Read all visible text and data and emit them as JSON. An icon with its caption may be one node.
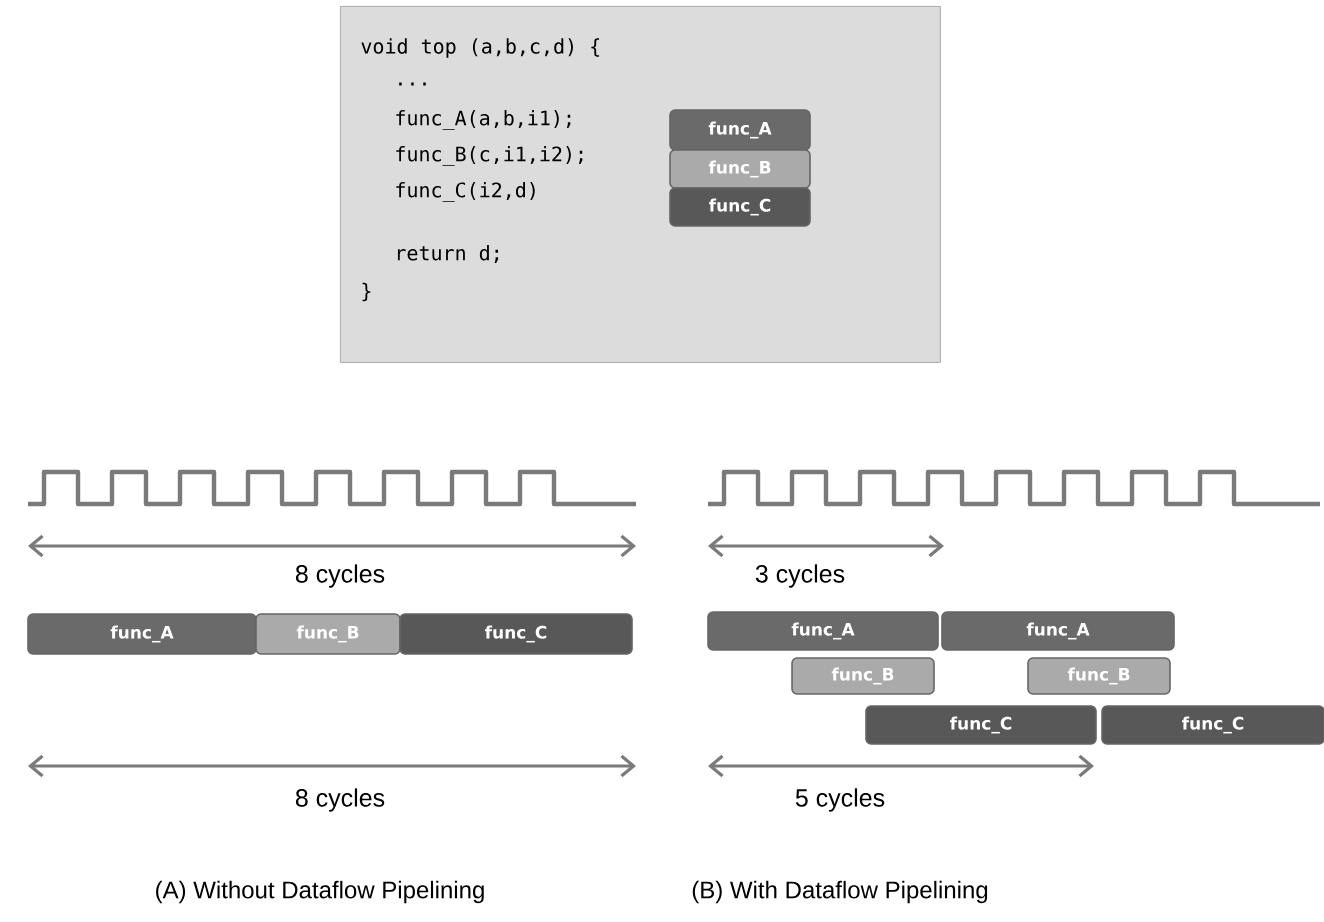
{
  "diagram": {
    "nodes": [
      {
        "text": [
          "void top (a,b,c,d) {",
          "...",
          "func_A(a,b,i1);",
          "func_B(c,i1,i2);",
          "func_C(i2,d)",
          "return d;",
          "}"
        ]
      },
      {
        "text": [
          "func_A"
        ],
        "in": 0
      },
      {
        "text": [
          "func_B"
        ],
        "in": 0
      },
      {
        "text": [
          "func_C"
        ],
        "in": 0
      },
      {
        "text": [
          "func_A"
        ]
      },
      {
        "text": [
          "func_B"
        ]
      },
      {
        "text": [
          "func_C"
        ]
      },
      {
        "text": [
          "func_A"
        ]
      },
      {
        "text": [
          "func_A"
        ]
      },
      {
        "text": [
          "func_B"
        ]
      },
      {
        "text": [
          "func_B"
        ]
      },
      {
        "text": [
          "func_C"
        ]
      },
      {
        "text": [
          "func_C"
        ]
      }
    ],
    "labels": [
      "8 cycles",
      "3 cycles",
      "8 cycles",
      "5 cycles",
      "(A) Without Dataflow Pipelining",
      "(B) With Dataflow Pipelining"
    ]
  }
}
